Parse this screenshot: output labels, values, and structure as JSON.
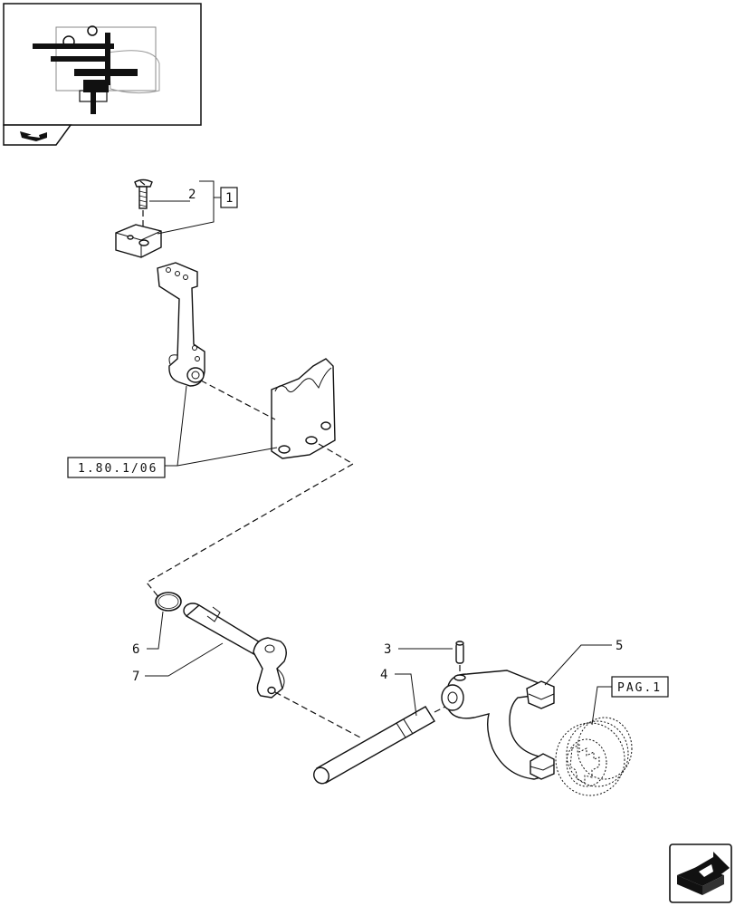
{
  "diagram": {
    "callouts": {
      "screw": "2",
      "group_ref": "1",
      "pin": "3",
      "shaft": "4",
      "fork": "5",
      "o_ring": "6",
      "lever_shaft": "7"
    },
    "references": {
      "lever_plate_ref": "1.80.1/06",
      "sleeve_ref": "PAG.1"
    }
  },
  "icons": {
    "header_nav": "back-arrow-icon",
    "footer_nav": "next-page-arrow-icon"
  },
  "colors": {
    "ink": "#111111",
    "background": "#ffffff"
  }
}
